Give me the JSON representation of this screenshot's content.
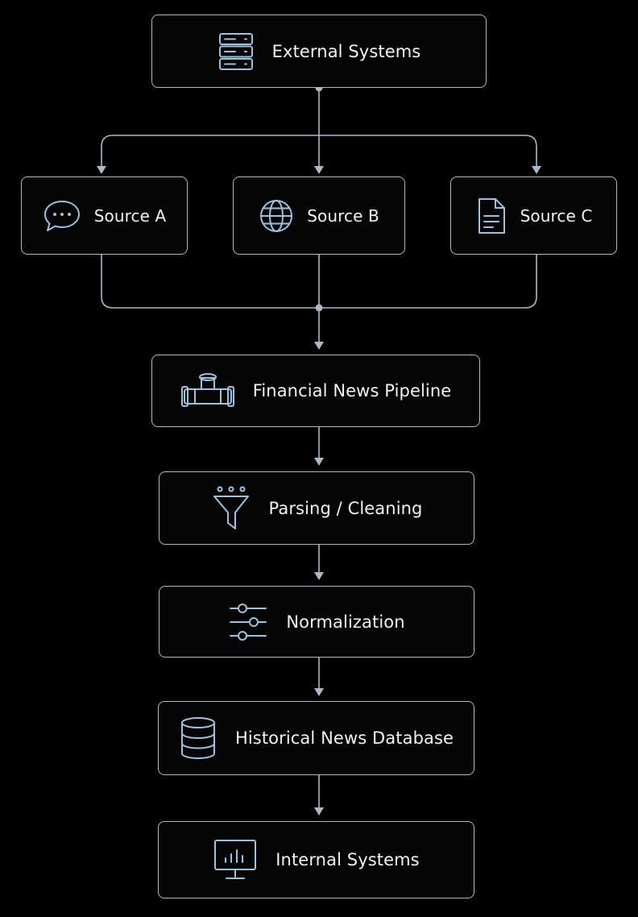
{
  "theme": {
    "background": "#000000",
    "border": "#aab9c8",
    "icon": "#9cc2e0",
    "text": "#eef2f6"
  },
  "nodes": {
    "external_systems": {
      "label": "External Systems",
      "icon": "server-icon"
    },
    "source_a": {
      "label": "Source A",
      "icon": "chat-bubble-icon"
    },
    "source_b": {
      "label": "Source B",
      "icon": "globe-icon"
    },
    "source_c": {
      "label": "Source C",
      "icon": "document-icon"
    },
    "pipeline": {
      "label": "Financial News Pipeline",
      "icon": "pipe-icon"
    },
    "parsing": {
      "label": "Parsing / Cleaning",
      "icon": "funnel-icon"
    },
    "normalization": {
      "label": "Normalization",
      "icon": "sliders-icon"
    },
    "database": {
      "label": "Historical News Database",
      "icon": "database-icon"
    },
    "internal_systems": {
      "label": "Internal Systems",
      "icon": "monitor-chart-icon"
    }
  },
  "edges": [
    {
      "from": "external_systems",
      "to": "source_a"
    },
    {
      "from": "external_systems",
      "to": "source_b"
    },
    {
      "from": "external_systems",
      "to": "source_c"
    },
    {
      "from": "source_a",
      "to": "pipeline"
    },
    {
      "from": "source_b",
      "to": "pipeline"
    },
    {
      "from": "source_c",
      "to": "pipeline"
    },
    {
      "from": "pipeline",
      "to": "parsing"
    },
    {
      "from": "parsing",
      "to": "normalization"
    },
    {
      "from": "normalization",
      "to": "database"
    },
    {
      "from": "database",
      "to": "internal_systems"
    }
  ]
}
